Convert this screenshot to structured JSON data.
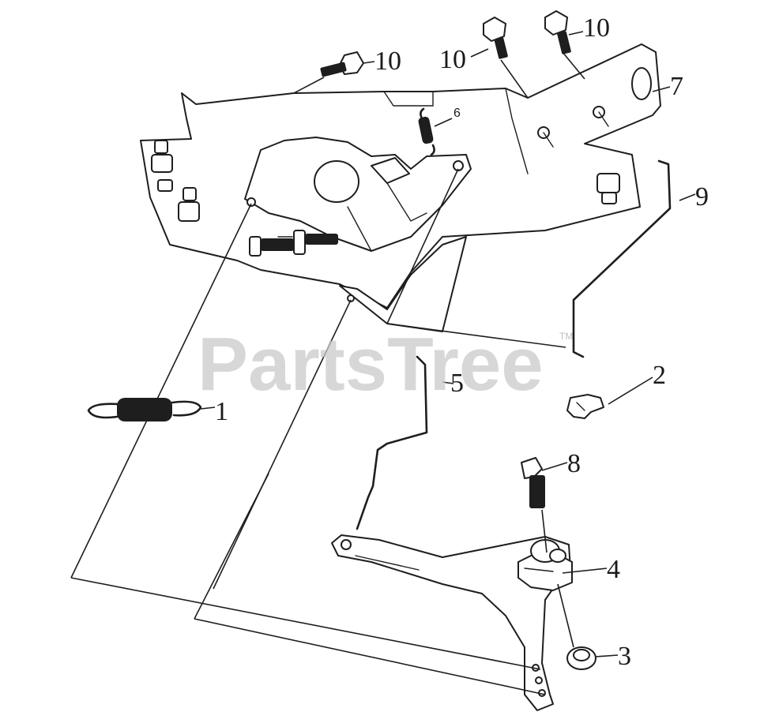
{
  "watermark": {
    "text": "PartsTree",
    "trademark": "TM"
  },
  "callouts": {
    "c1": "1",
    "c2": "2",
    "c3": "3",
    "c4": "4",
    "c5": "5",
    "c6": "6",
    "c7": "7",
    "c8": "8",
    "c9": "9",
    "c10a": "10",
    "c10b": "10",
    "c10c": "10"
  }
}
